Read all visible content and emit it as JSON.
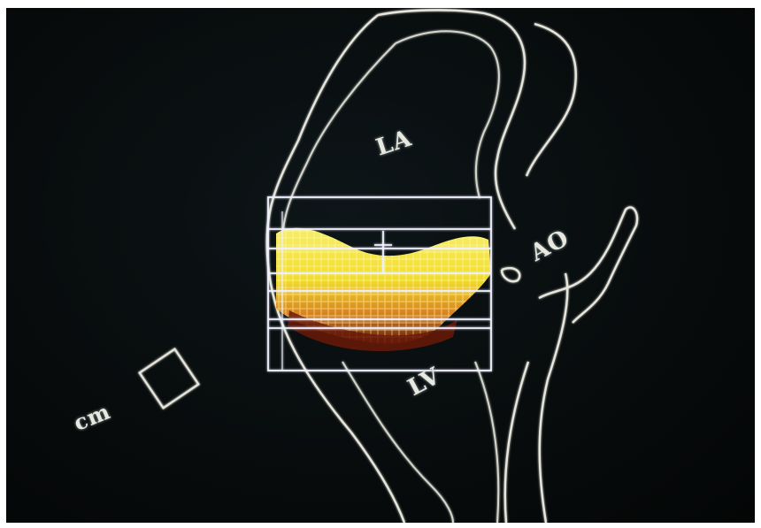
{
  "labels": {
    "la": "LA",
    "ao": "AO",
    "lv": "LV",
    "cm": "cm"
  },
  "colors": {
    "background": "#060a0b",
    "contour": "#e6e6dc",
    "volume_yellow": "#f2e23a",
    "volume_orange": "#d8801e",
    "volume_red": "#6a1a08",
    "box": "#f0f0ff"
  }
}
